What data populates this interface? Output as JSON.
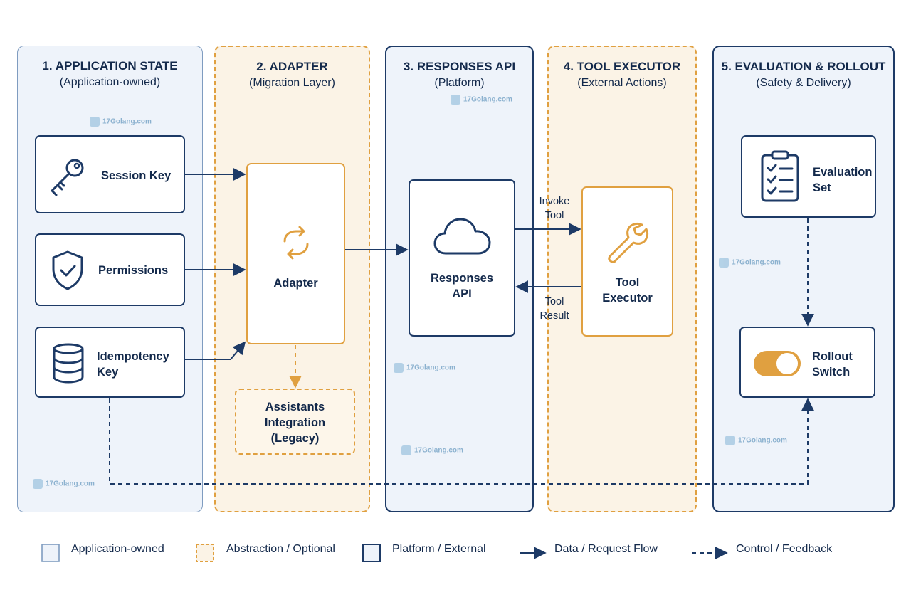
{
  "lanes": [
    {
      "title": "1. APPLICATION STATE",
      "subtitle": "(Application-owned)"
    },
    {
      "title": "2. ADAPTER",
      "subtitle": "(Migration Layer)"
    },
    {
      "title": "3. RESPONSES API",
      "subtitle": "(Platform)"
    },
    {
      "title": "4. TOOL EXECUTOR",
      "subtitle": "(External Actions)"
    },
    {
      "title": "5. EVALUATION & ROLLOUT",
      "subtitle": "(Safety & Delivery)"
    }
  ],
  "nodes": {
    "session_key": "Session Key",
    "permissions": "Permissions",
    "idempotency_key": [
      "Idempotency",
      "Key"
    ],
    "adapter": "Adapter",
    "assistants_integration": [
      "Assistants",
      "Integration",
      "(Legacy)"
    ],
    "responses_api": [
      "Responses",
      "API"
    ],
    "tool_executor": [
      "Tool",
      "Executor"
    ],
    "evaluation_set": [
      "Evaluation",
      "Set"
    ],
    "rollout_switch": [
      "Rollout",
      "Switch"
    ]
  },
  "flow_labels": {
    "invoke_tool": [
      "Invoke",
      "Tool"
    ],
    "tool_result": [
      "Tool",
      "Result"
    ]
  },
  "legend": {
    "application_owned": "Application-owned",
    "abstraction_optional": "Abstraction / Optional",
    "platform_external": "Platform / External",
    "data_flow": "Data / Request Flow",
    "control_feedback": "Control / Feedback"
  },
  "watermark": "17Golang.com",
  "colors": {
    "navy": "#1d3a66",
    "orange": "#e0a040",
    "lane_fill": "#eef3fa",
    "orange_fill": "#fbf3e6"
  },
  "icons": [
    "key-icon",
    "shield-check-icon",
    "database-icon",
    "sync-icon",
    "cloud-icon",
    "wrench-icon",
    "clipboard-checklist-icon",
    "toggle-icon"
  ]
}
